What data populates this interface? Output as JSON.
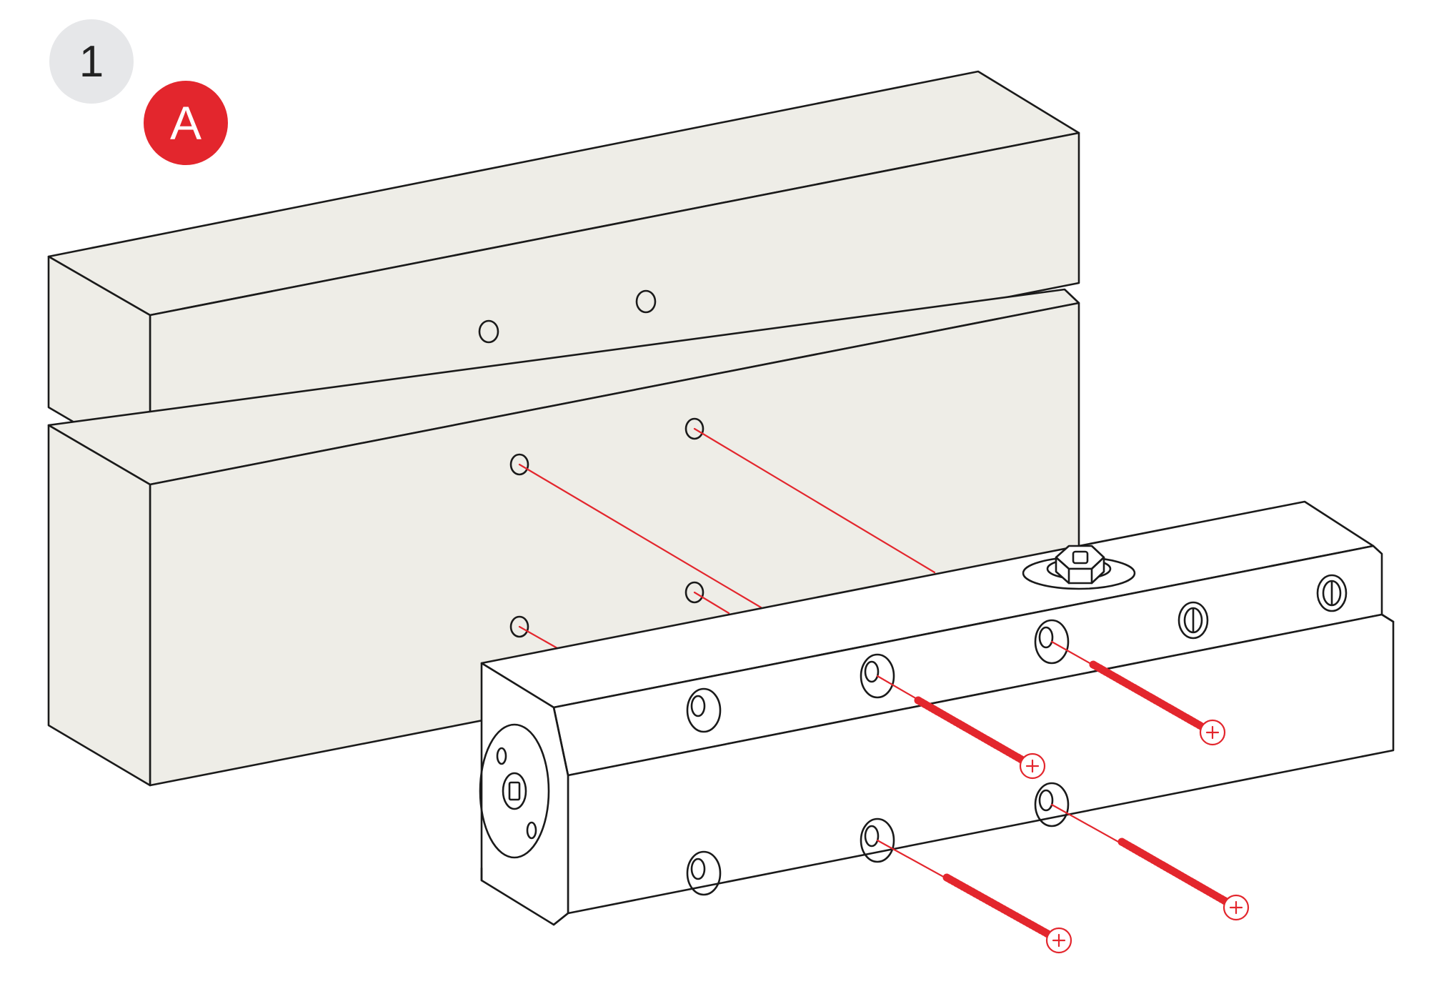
{
  "step_badge": {
    "label": "1",
    "fill": "#e6e7e9",
    "text_color": "#222222"
  },
  "variant_badge": {
    "label": "A",
    "fill": "#e3262d",
    "text_color": "#ffffff"
  },
  "colors": {
    "wall": "#eeede7",
    "outline": "#1a1a1a",
    "accent": "#e3262d",
    "closer_body": "#ffffff"
  },
  "parts": {
    "frame": "door-frame",
    "door": "door-leaf",
    "closer": "door-closer-body",
    "screws": [
      "screw",
      "screw",
      "screw",
      "screw"
    ]
  }
}
